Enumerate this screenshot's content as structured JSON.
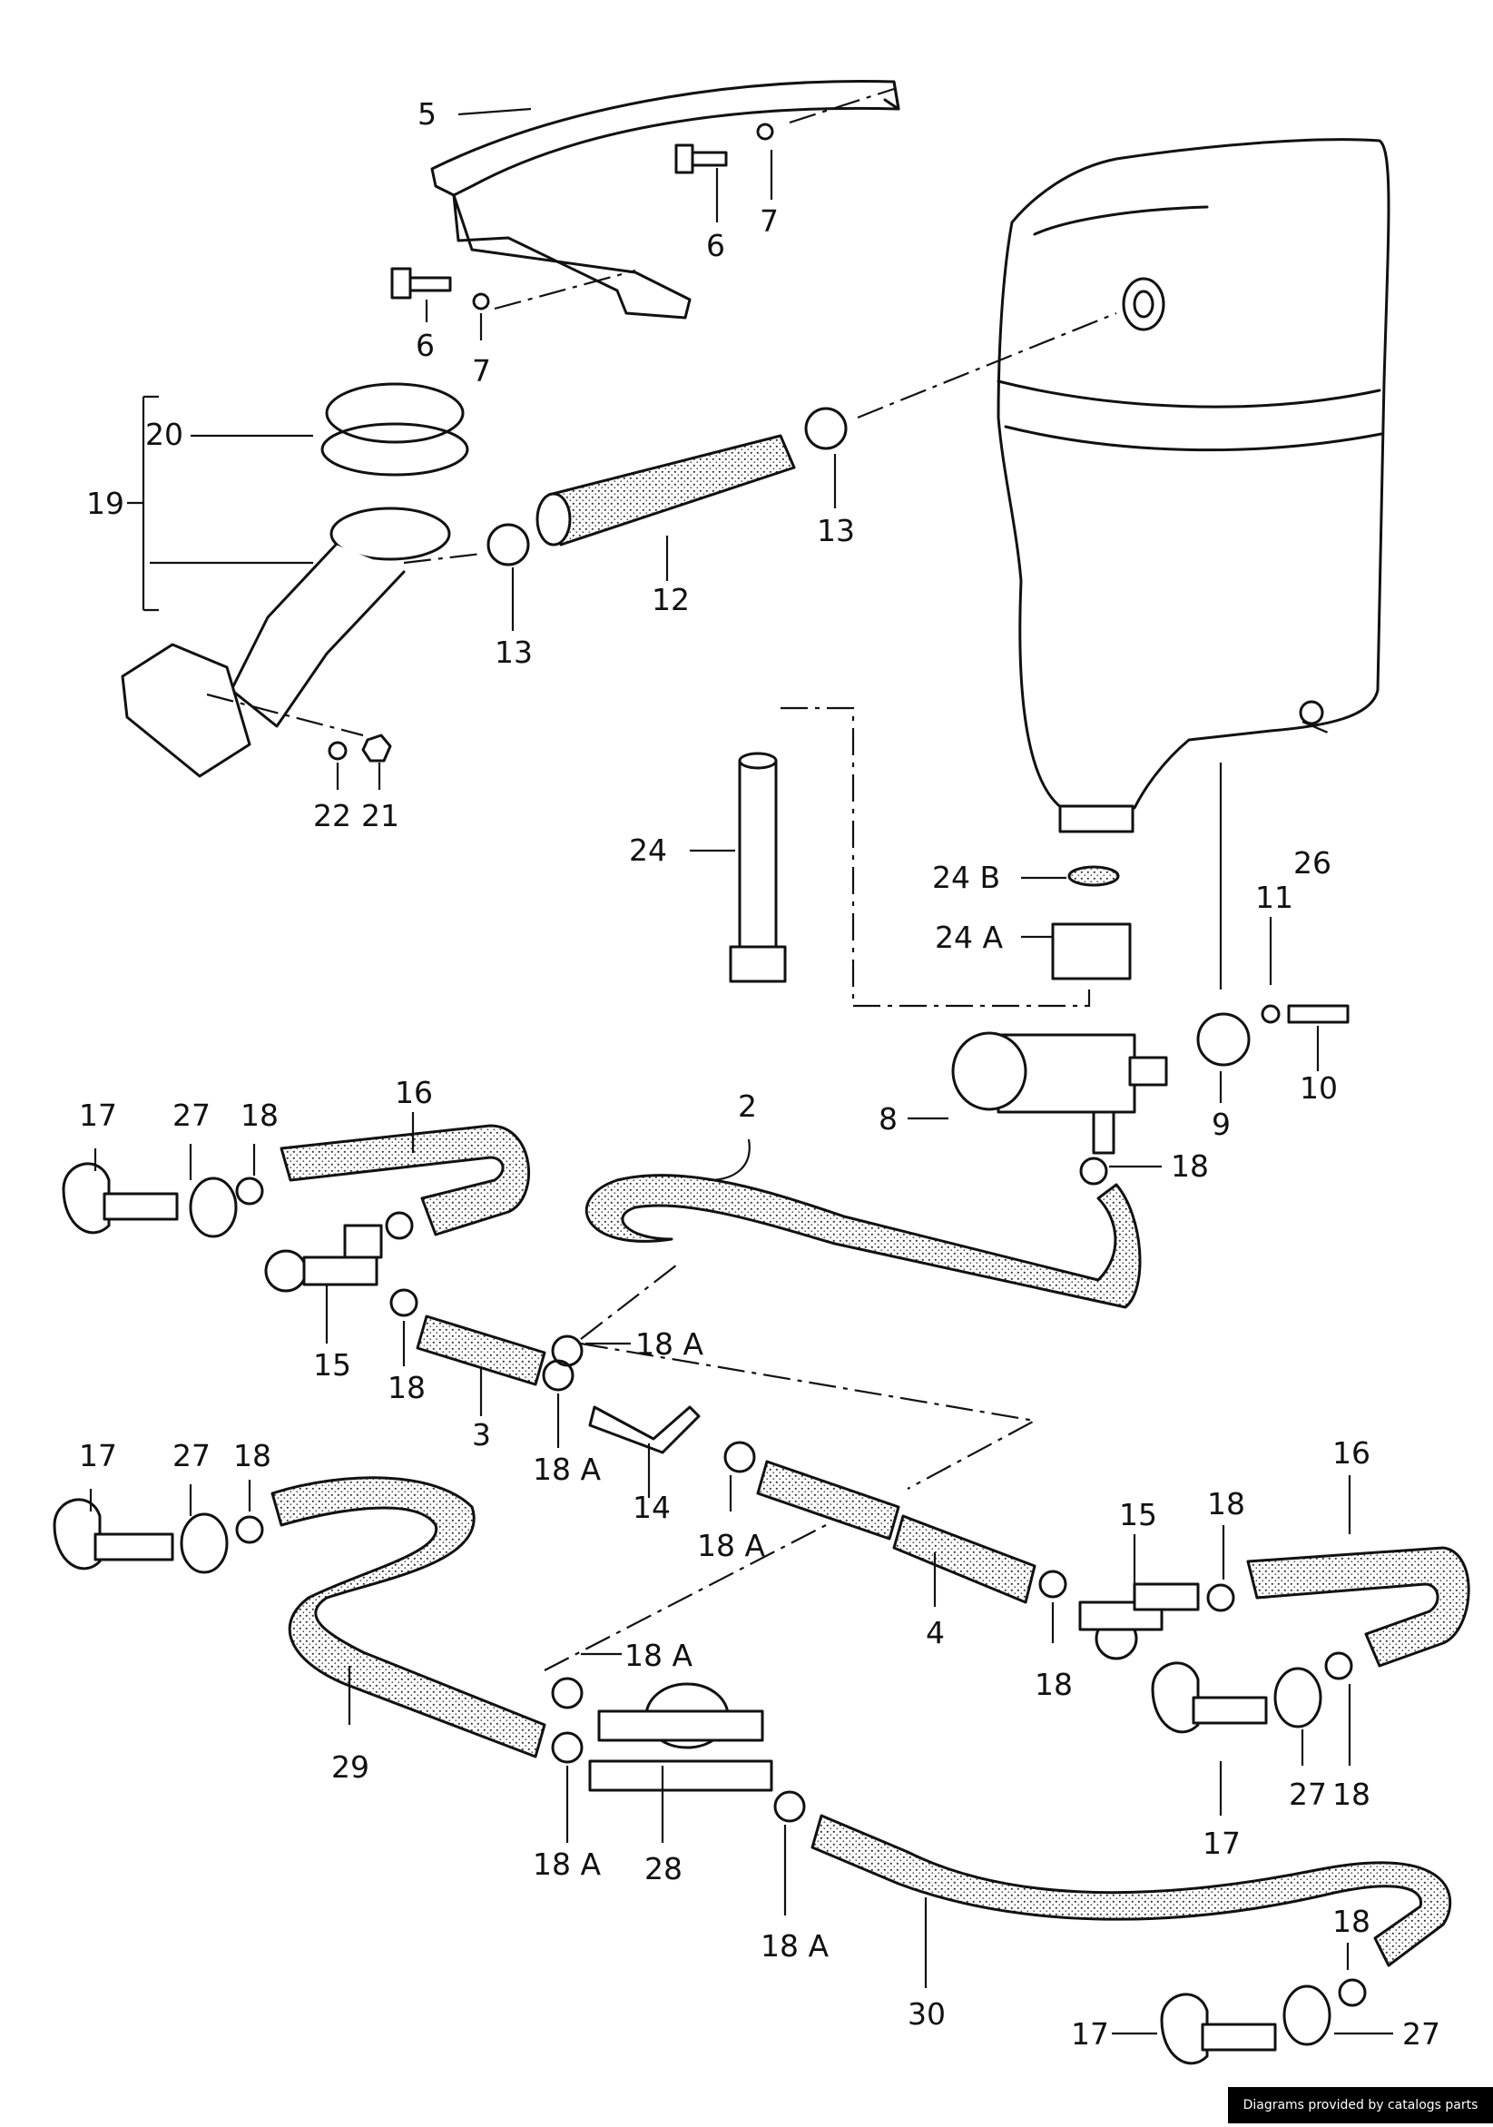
{
  "diagram": {
    "labels": [
      {
        "id": "5",
        "text": "5"
      },
      {
        "id": "6a",
        "text": "6"
      },
      {
        "id": "7a",
        "text": "7"
      },
      {
        "id": "6b",
        "text": "6"
      },
      {
        "id": "7b",
        "text": "7"
      },
      {
        "id": "20",
        "text": "20"
      },
      {
        "id": "19",
        "text": "19"
      },
      {
        "id": "13a",
        "text": "13"
      },
      {
        "id": "12",
        "text": "12"
      },
      {
        "id": "13b",
        "text": "13"
      },
      {
        "id": "22",
        "text": "22"
      },
      {
        "id": "21",
        "text": "21"
      },
      {
        "id": "24",
        "text": "24"
      },
      {
        "id": "24B",
        "text": "24 B"
      },
      {
        "id": "24A",
        "text": "24 A"
      },
      {
        "id": "26",
        "text": "26"
      },
      {
        "id": "11",
        "text": "11"
      },
      {
        "id": "10",
        "text": "10"
      },
      {
        "id": "9",
        "text": "9"
      },
      {
        "id": "8",
        "text": "8"
      },
      {
        "id": "18a",
        "text": "18"
      },
      {
        "id": "16a",
        "text": "16"
      },
      {
        "id": "17a",
        "text": "17"
      },
      {
        "id": "27a",
        "text": "27"
      },
      {
        "id": "18b",
        "text": "18"
      },
      {
        "id": "2",
        "text": "2"
      },
      {
        "id": "15a",
        "text": "15"
      },
      {
        "id": "18c",
        "text": "18"
      },
      {
        "id": "18Aa",
        "text": "18 A"
      },
      {
        "id": "3",
        "text": "3"
      },
      {
        "id": "18Ab",
        "text": "18 A"
      },
      {
        "id": "14",
        "text": "14"
      },
      {
        "id": "18Ac",
        "text": "18 A"
      },
      {
        "id": "17b",
        "text": "17"
      },
      {
        "id": "27b",
        "text": "27"
      },
      {
        "id": "18d",
        "text": "18"
      },
      {
        "id": "16b",
        "text": "16"
      },
      {
        "id": "15b",
        "text": "15"
      },
      {
        "id": "18e",
        "text": "18"
      },
      {
        "id": "4",
        "text": "4"
      },
      {
        "id": "18f",
        "text": "18"
      },
      {
        "id": "29",
        "text": "29"
      },
      {
        "id": "18Ad",
        "text": "18 A"
      },
      {
        "id": "18Ae",
        "text": "18 A"
      },
      {
        "id": "28",
        "text": "28"
      },
      {
        "id": "18Af",
        "text": "18 A"
      },
      {
        "id": "27c",
        "text": "27"
      },
      {
        "id": "18g",
        "text": "18"
      },
      {
        "id": "17c",
        "text": "17"
      },
      {
        "id": "30",
        "text": "30"
      },
      {
        "id": "18h",
        "text": "18"
      },
      {
        "id": "17d",
        "text": "17"
      },
      {
        "id": "27d",
        "text": "27"
      }
    ]
  },
  "footer": {
    "credit": "Diagrams provided by catalogs parts"
  },
  "colors": {
    "line": "#111111",
    "hose_fill": "#e2e2e2",
    "background": "#ffffff"
  }
}
